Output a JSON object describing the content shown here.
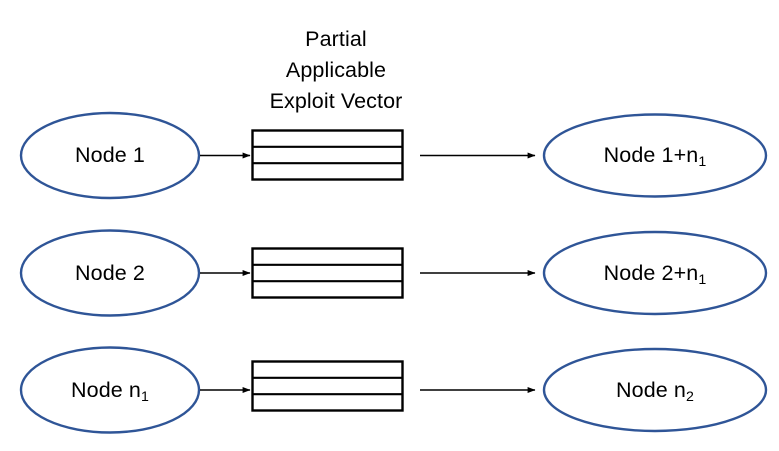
{
  "diagram": {
    "title_lines": [
      "Partial",
      "Applicable",
      "Exploit Vector"
    ],
    "colors": {
      "ellipse_stroke": "#2F5597",
      "ellipse_fill": "#FFFFFF",
      "box_stroke": "#000000",
      "arrow": "#000000",
      "text": "#000000",
      "background": "#FFFFFF"
    },
    "rows": [
      {
        "source_label": "Node 1",
        "source_label_html": "Node 1",
        "vector_cells": 3,
        "target_label": "Node 1+n1",
        "target_base": "Node 1+n",
        "target_sub": "1"
      },
      {
        "source_label": "Node 2",
        "source_label_html": "Node 2",
        "vector_cells": 3,
        "target_label": "Node 2+n1",
        "target_base": "Node 2+n",
        "target_sub": "1"
      },
      {
        "source_label": "Node n1",
        "source_base": "Node n",
        "source_sub": "1",
        "vector_cells": 3,
        "target_label": "Node n2",
        "target_base": "Node n",
        "target_sub": "2"
      }
    ]
  }
}
